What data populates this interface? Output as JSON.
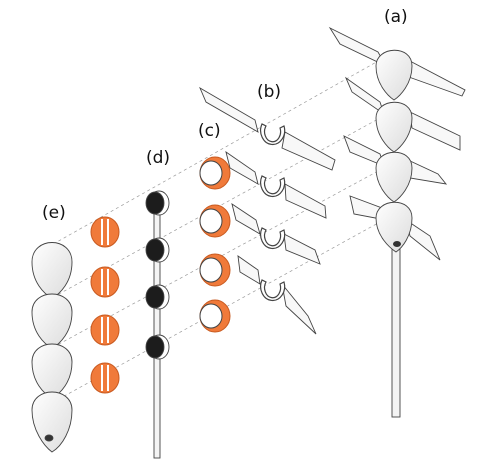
{
  "labels": {
    "a": "(a)",
    "b": "(b)",
    "c": "(c)",
    "d": "(d)",
    "e": "(e)"
  },
  "colors": {
    "orange": "#f07a3a",
    "orange_dark": "#c85a20",
    "black_disc": "#1c1c1c",
    "outline": "#444444",
    "white": "#ffffff",
    "fin_fill": "#f8f8f8",
    "guide": "#9a9a9a"
  },
  "components": [
    {
      "id": "a",
      "name": "assembled-blade-unit",
      "segments": 4,
      "blades_per_segment": 2
    },
    {
      "id": "b",
      "name": "blade-clips",
      "count": 4
    },
    {
      "id": "c",
      "name": "orange-collars",
      "count": 4
    },
    {
      "id": "d",
      "name": "rod-with-black-discs",
      "count": 4
    },
    {
      "id": "e",
      "name": "shell-stack",
      "segments": 4,
      "orange_rings": 4
    }
  ]
}
